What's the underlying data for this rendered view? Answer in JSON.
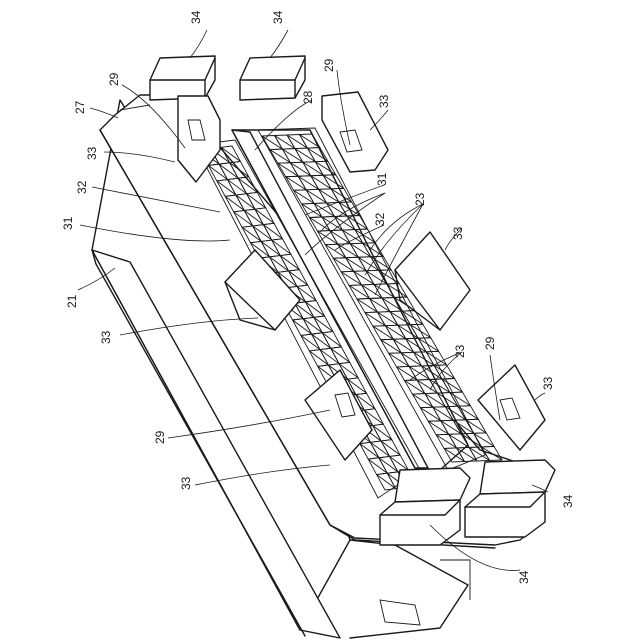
{
  "figure": {
    "labels": [
      {
        "id": "l34a",
        "text": "34"
      },
      {
        "id": "l34b",
        "text": "34"
      },
      {
        "id": "l29a",
        "text": "29"
      },
      {
        "id": "l27",
        "text": "27"
      },
      {
        "id": "l28",
        "text": "28"
      },
      {
        "id": "l29b",
        "text": "29"
      },
      {
        "id": "l33a",
        "text": "33"
      },
      {
        "id": "l33b",
        "text": "33"
      },
      {
        "id": "l32a",
        "text": "32"
      },
      {
        "id": "l31a",
        "text": "31"
      },
      {
        "id": "l31b",
        "text": "31"
      },
      {
        "id": "l23a",
        "text": "23"
      },
      {
        "id": "l32b",
        "text": "32"
      },
      {
        "id": "l33c",
        "text": "33"
      },
      {
        "id": "l21",
        "text": "21"
      },
      {
        "id": "l33d",
        "text": "33"
      },
      {
        "id": "l23b",
        "text": "23"
      },
      {
        "id": "l29c",
        "text": "29"
      },
      {
        "id": "l33e",
        "text": "33"
      },
      {
        "id": "l29d",
        "text": "29"
      },
      {
        "id": "l33f",
        "text": "33"
      },
      {
        "id": "l34c",
        "text": "34"
      },
      {
        "id": "l34d",
        "text": "34"
      }
    ]
  }
}
